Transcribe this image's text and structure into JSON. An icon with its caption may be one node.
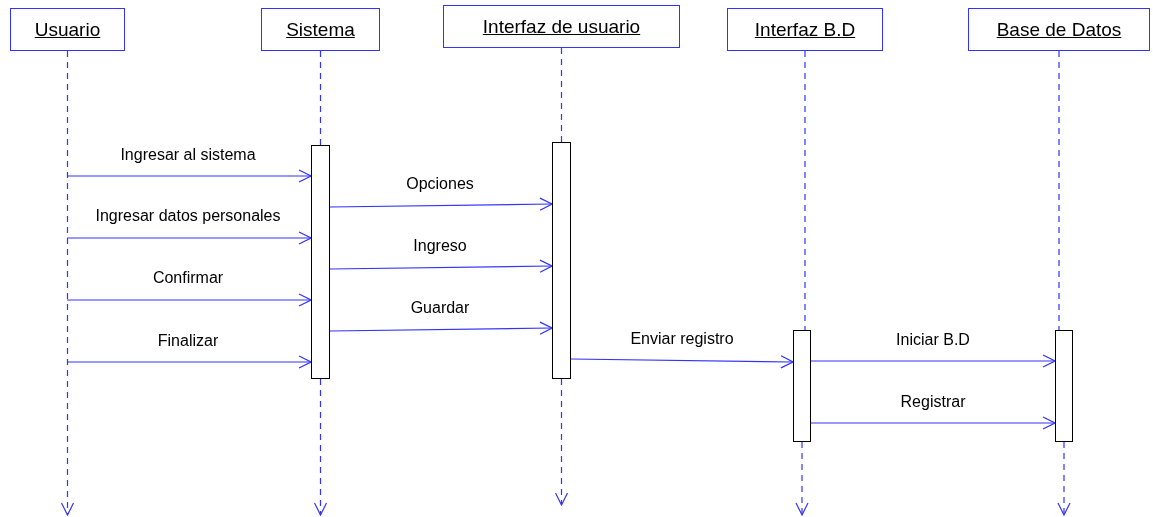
{
  "diagram": {
    "nodes": [
      {
        "text": [
          "Usuario"
        ]
      },
      {
        "text": [
          "Sistema"
        ]
      },
      {
        "text": [
          "Interfaz de usuario"
        ]
      },
      {
        "text": [
          "Interfaz B.D"
        ]
      },
      {
        "text": [
          "Base de Datos"
        ]
      },
      {
        "text": [],
        "shape": "bar"
      },
      {
        "text": [],
        "shape": "bar"
      },
      {
        "text": [],
        "shape": "bar"
      },
      {
        "text": [],
        "shape": "bar"
      }
    ],
    "edges": [
      {
        "from": 0,
        "to": null,
        "arrow": "to",
        "style": "dashed"
      },
      {
        "from": 1,
        "to": 5,
        "arrow": "none",
        "style": "dashed"
      },
      {
        "from": 5,
        "to": null,
        "arrow": "to",
        "style": "dashed"
      },
      {
        "from": 2,
        "to": 6,
        "arrow": "none",
        "style": "dashed"
      },
      {
        "from": 6,
        "to": null,
        "arrow": "to",
        "style": "dashed"
      },
      {
        "from": 3,
        "to": 7,
        "arrow": "none",
        "style": "dashed"
      },
      {
        "from": 7,
        "to": null,
        "arrow": "to",
        "style": "dashed"
      },
      {
        "from": 4,
        "to": 8,
        "arrow": "none",
        "style": "dashed"
      },
      {
        "from": 8,
        "to": null,
        "arrow": "to",
        "style": "dashed"
      },
      {
        "from": null,
        "to": 5,
        "arrow": "to",
        "label": "Ingresar al sistema"
      },
      {
        "from": 5,
        "to": 6,
        "arrow": "to",
        "label": "Opciones"
      },
      {
        "from": null,
        "to": 5,
        "arrow": "to",
        "label": "Ingresar datos personales"
      },
      {
        "from": 5,
        "to": 6,
        "arrow": "to",
        "label": "Ingreso"
      },
      {
        "from": null,
        "to": 5,
        "arrow": "to",
        "label": "Confirmar"
      },
      {
        "from": 5,
        "to": 6,
        "arrow": "to",
        "label": "Guardar"
      },
      {
        "from": null,
        "to": 5,
        "arrow": "to",
        "label": "Finalizar"
      },
      {
        "from": 6,
        "to": 7,
        "arrow": "to",
        "label": "Enviar registro"
      },
      {
        "from": 7,
        "to": 8,
        "arrow": "to",
        "label": "Iniciar B.D"
      },
      {
        "from": 7,
        "to": 8,
        "arrow": "to",
        "label": "Registrar"
      }
    ]
  }
}
